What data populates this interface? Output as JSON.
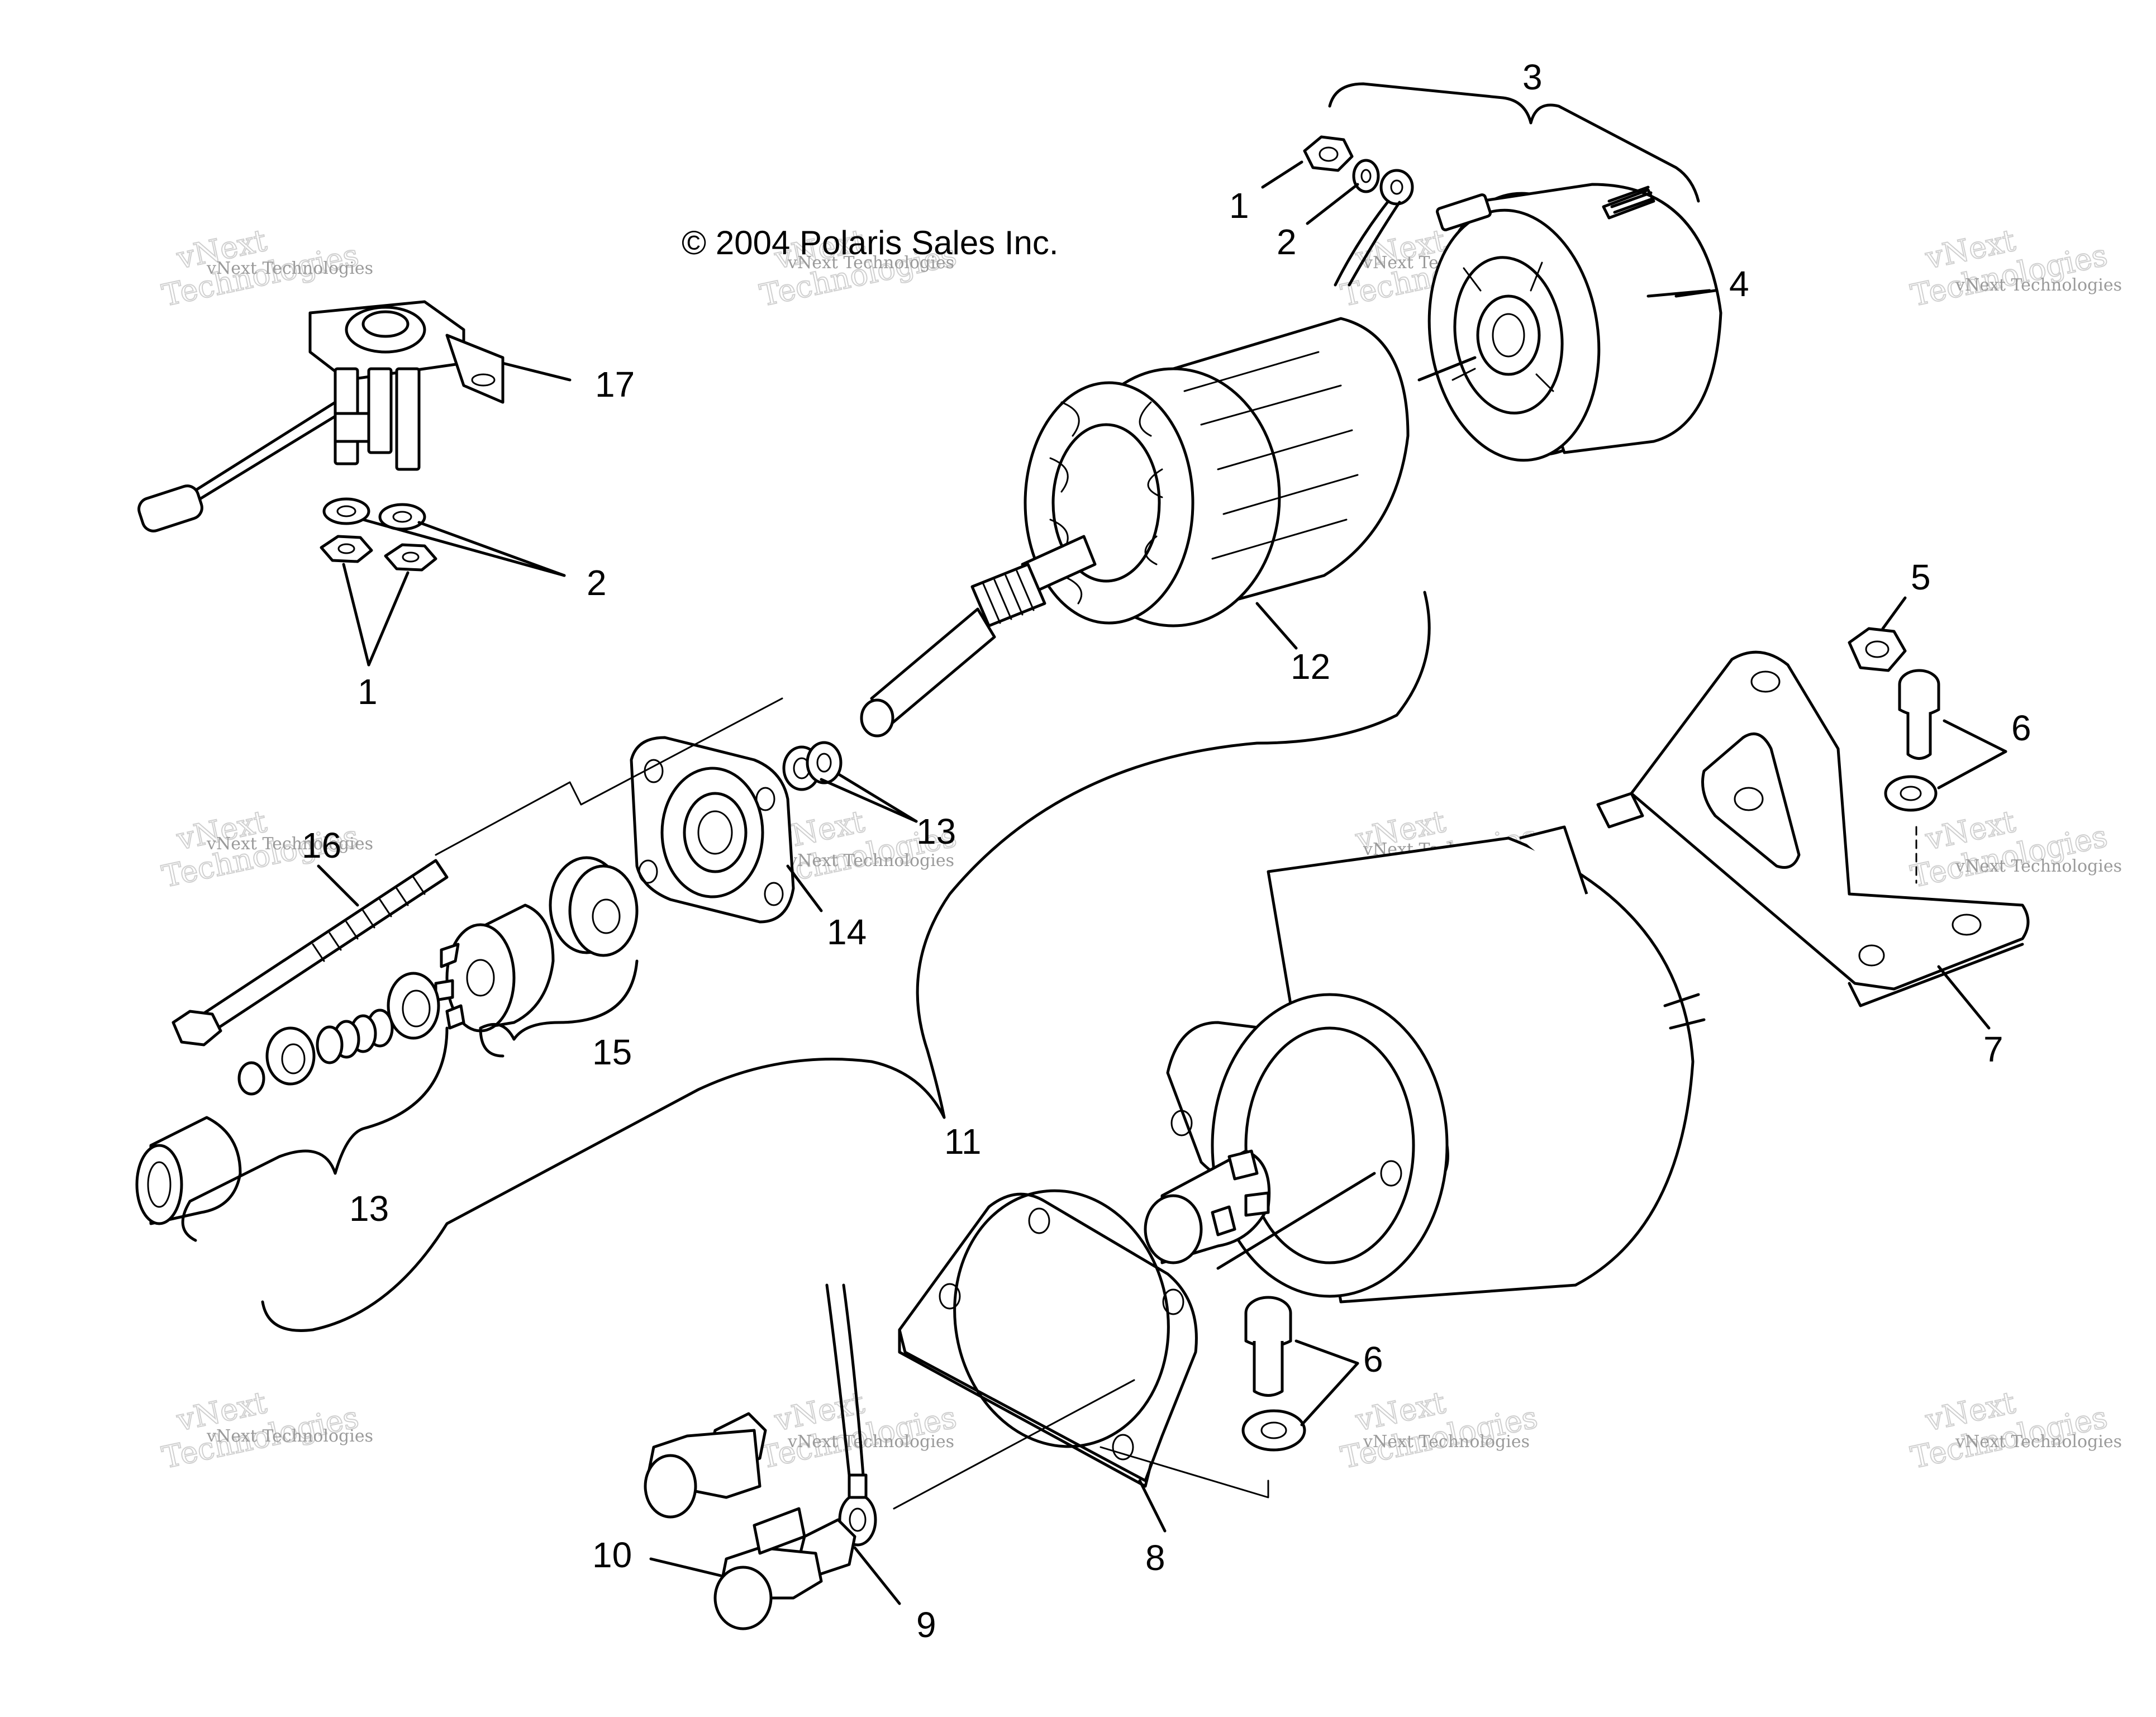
{
  "copyright": "© 2004 Polaris Sales Inc.",
  "watermark": {
    "small": "vNext Technologies",
    "big_line1": "vNext",
    "big_line2": "Technologies"
  },
  "callouts": {
    "c1_top": "1",
    "c2_top": "2",
    "c3": "3",
    "c4": "4",
    "c17": "17",
    "c2_left": "2",
    "c1_left": "1",
    "c12": "12",
    "c5": "5",
    "c6_right": "6",
    "c13_top": "13",
    "c16": "16",
    "c14": "14",
    "c15": "15",
    "c7": "7",
    "c11": "11",
    "c13_bottom": "13",
    "c6_bottom": "6",
    "c10": "10",
    "c8": "8",
    "c9": "9"
  },
  "colors": {
    "line": "#000000",
    "watermark": "#c8c8c8",
    "background": "#ffffff"
  }
}
